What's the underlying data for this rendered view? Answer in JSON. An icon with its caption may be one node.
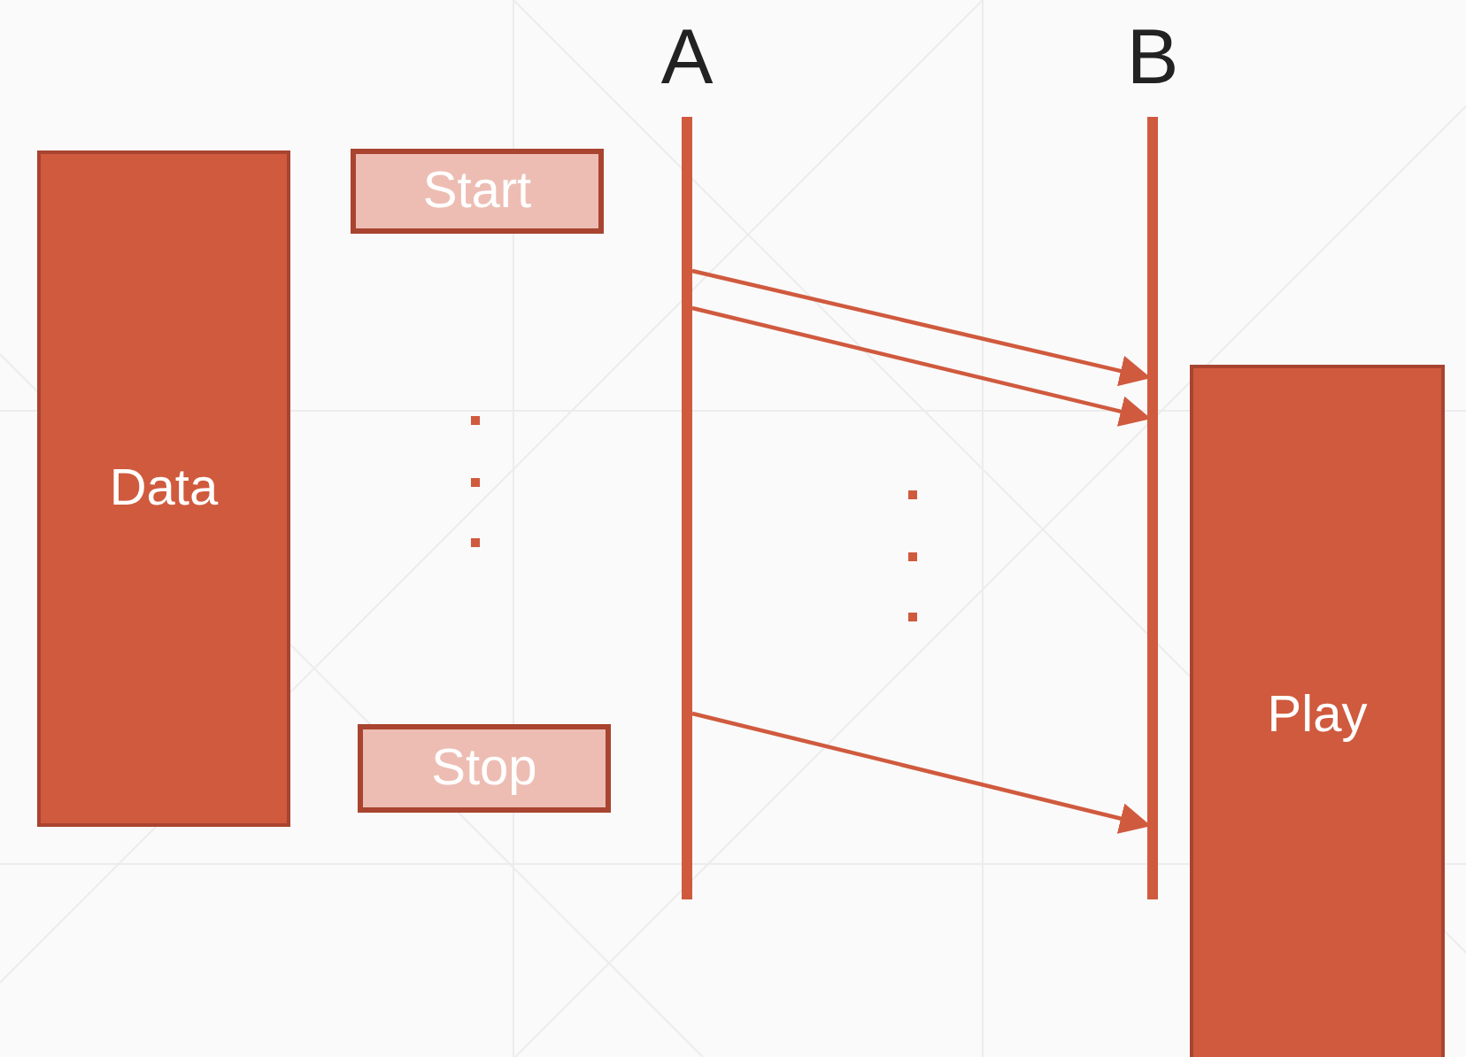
{
  "diagram": {
    "nodes": [
      {
        "text": [
          "Data"
        ]
      },
      {
        "text": [
          "Start"
        ]
      },
      {
        "text": [
          "Stop"
        ]
      },
      {
        "text": [
          "A"
        ]
      },
      {
        "text": [
          "B"
        ]
      },
      {
        "text": [
          "Play"
        ]
      }
    ],
    "edges": [
      {
        "from": 3,
        "to": 4,
        "arrow": "to"
      },
      {
        "from": 3,
        "to": 4,
        "arrow": "to"
      },
      {
        "from": 3,
        "to": 4,
        "arrow": "to"
      }
    ]
  }
}
